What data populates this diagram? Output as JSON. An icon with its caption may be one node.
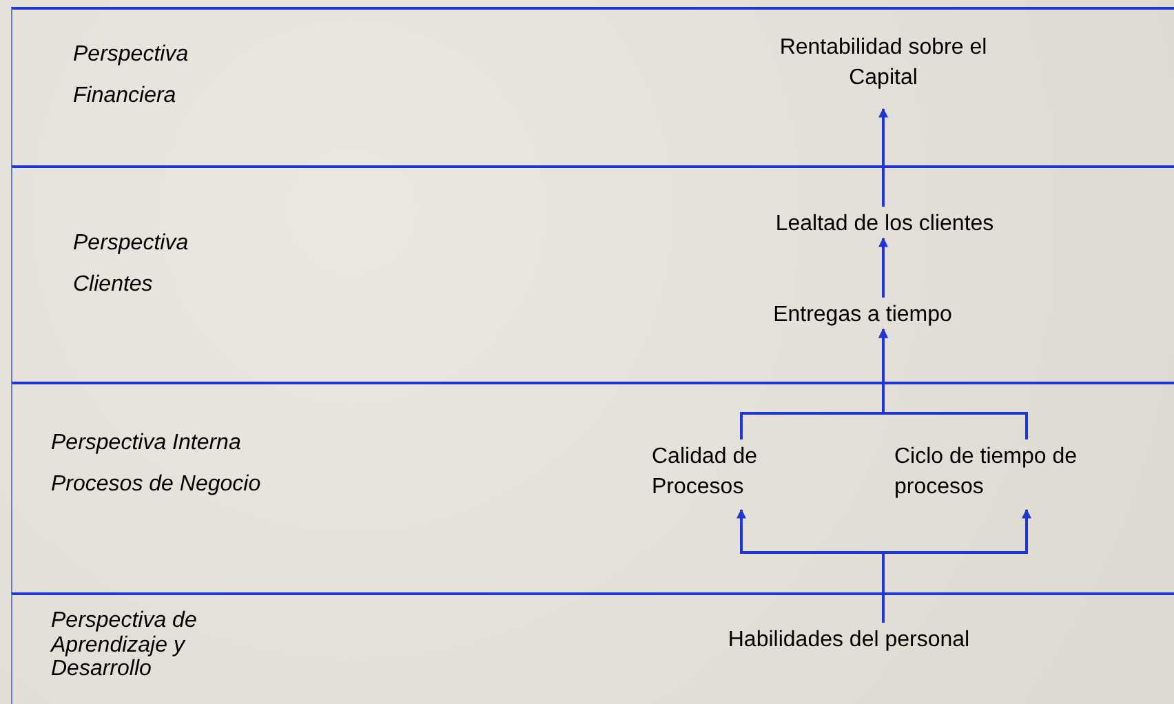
{
  "diagram": {
    "nodes": [
      {
        "text": [
          "Perspectiva Financiera"
        ]
      },
      {
        "text": [
          "Rentabilidad sobre el Capital"
        ],
        "in": 0
      },
      {
        "text": [
          "Perspectiva Clientes"
        ]
      },
      {
        "text": [
          "Lealtad de los clientes"
        ],
        "in": 2
      },
      {
        "text": [
          "Entregas a tiempo"
        ],
        "in": 2
      },
      {
        "text": [
          "Perspectiva Interna Procesos de Negocio"
        ]
      },
      {
        "text": [
          "Calidad de Procesos"
        ],
        "in": 5
      },
      {
        "text": [
          "Ciclo de tiempo de procesos"
        ],
        "in": 5
      },
      {
        "text": [
          "Perspectiva de Aprendizaje y Desarrollo"
        ]
      },
      {
        "text": [
          "Habilidades del personal"
        ],
        "in": 8
      }
    ],
    "edges": [
      {
        "from": 3,
        "to": 1,
        "arrow": "to"
      },
      {
        "from": 4,
        "to": 3,
        "arrow": "to"
      },
      {
        "from": 6,
        "to": 4,
        "arrow": "to"
      },
      {
        "from": 7,
        "to": 4,
        "arrow": "to"
      },
      {
        "from": 9,
        "to": 6,
        "arrow": "to"
      },
      {
        "from": 9,
        "to": 7,
        "arrow": "to"
      }
    ]
  }
}
